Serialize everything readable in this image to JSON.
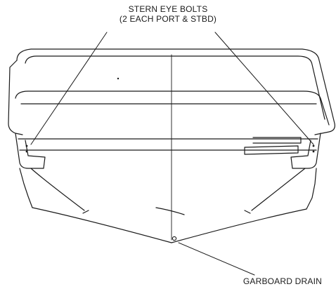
{
  "callouts": {
    "stern_eye_bolts": {
      "line1": "STERN EYE BOLTS",
      "line2": "(2 EACH PORT & STBD)"
    },
    "garboard_drain": "GARBOARD DRAIN"
  },
  "colors": {
    "line": "#1a1a1a",
    "background": "#ffffff"
  }
}
